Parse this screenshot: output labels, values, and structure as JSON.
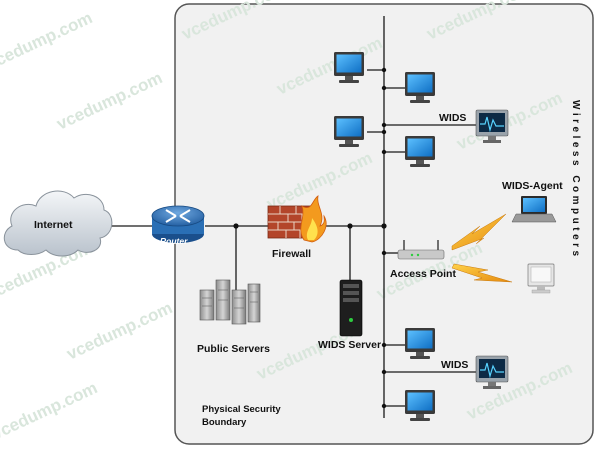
{
  "labels": {
    "internet": "Internet",
    "router": "Router",
    "firewall": "Firewall",
    "public_servers": "Public Servers",
    "wids_server": "WIDS Server",
    "access_point": "Access Point",
    "wids_agent": "WIDS-Agent",
    "wids_top": "WIDS",
    "wids_bottom": "WIDS",
    "physical_security_line1": "Physical Security",
    "physical_security_line2": "Boundary",
    "wireless_computers": "Wireless Computers"
  },
  "watermark": "vcedump.com",
  "colors": {
    "boundary_fill": "#f1f1f1",
    "boundary_stroke": "#555555",
    "router_blue": "#2a6fb5",
    "monitor_screen": "#1e8fe0",
    "lightning": "#f2a31b",
    "watermark": "#d9e6dc"
  }
}
